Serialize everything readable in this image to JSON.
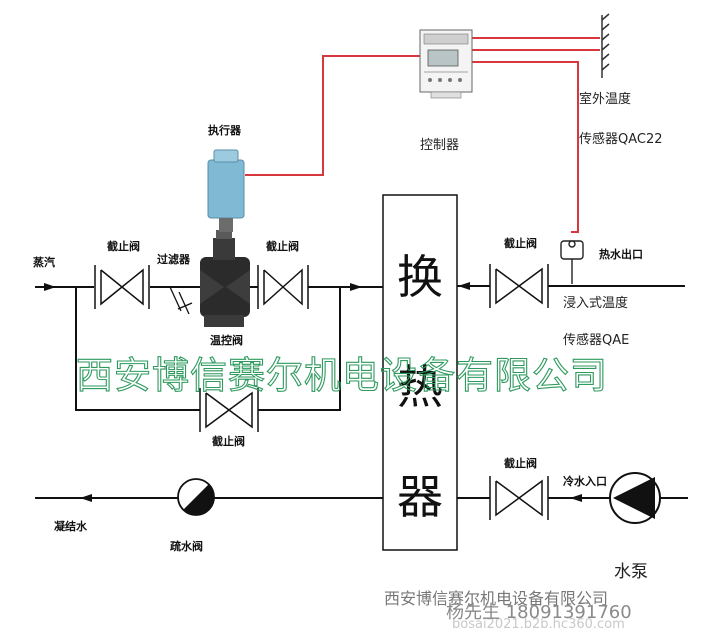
{
  "labels": {
    "controller": "控制器",
    "outdoor_sensor_line1": "室外温度",
    "outdoor_sensor_line2": "传感器QAC22",
    "actuator": "执行器",
    "steam": "蒸汽",
    "stop_valve_1": "截止阀",
    "filter": "过滤器",
    "stop_valve_2": "截止阀",
    "control_valve": "温控阀",
    "stop_valve_bypass": "截止阀",
    "stop_valve_hot": "截止阀",
    "hot_water_out": "热水出口",
    "immersion_sensor_line1": "浸入式温度",
    "immersion_sensor_line2": "传感器QAE",
    "heat_exchanger": [
      "换",
      "热",
      "器"
    ],
    "stop_valve_cold": "截止阀",
    "cold_water_in": "冷水入口",
    "pump": "水泵",
    "condensate": "凝结水",
    "drain_valve": "疏水阀"
  },
  "watermark": "西安博信赛尔机电设备有限公司",
  "footer": {
    "company": "西安博信赛尔机电设备有限公司",
    "contact": "杨先生 18091391760",
    "site": "bosai2021.b2b.hc360.com"
  },
  "colors": {
    "pipe": "#111111",
    "signal_line": "#d8383d",
    "watermark": "#2e9a5e",
    "actuator": "#7fb9d4"
  }
}
